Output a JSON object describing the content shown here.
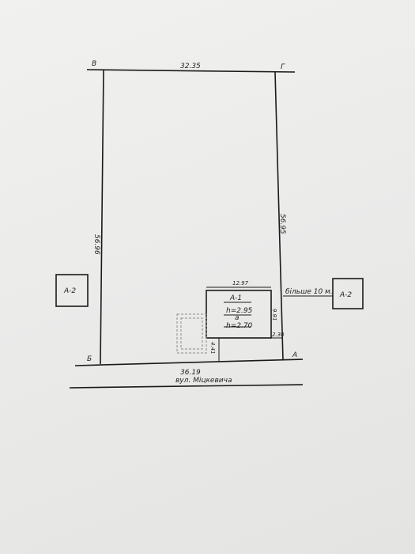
{
  "plot": {
    "corner_v": "В",
    "corner_g": "Г",
    "corner_b": "Б",
    "corner_a": "А",
    "side_top": "32.35",
    "side_left": "56.96",
    "side_right": "56.95",
    "side_bottom": "36.19"
  },
  "building": {
    "name": "А-1",
    "height_main": "h=2.95",
    "sub_letter": "а",
    "height_sub": "h=2.70",
    "width": "12.97",
    "depth": "9.91",
    "offset_right": "2.30",
    "offset_left": "4.41"
  },
  "neighbors": {
    "left_label": "А-2",
    "right_label": "А-2",
    "distance_note": "більше 10 м."
  },
  "street": {
    "name": "вул. Міцкевича"
  }
}
